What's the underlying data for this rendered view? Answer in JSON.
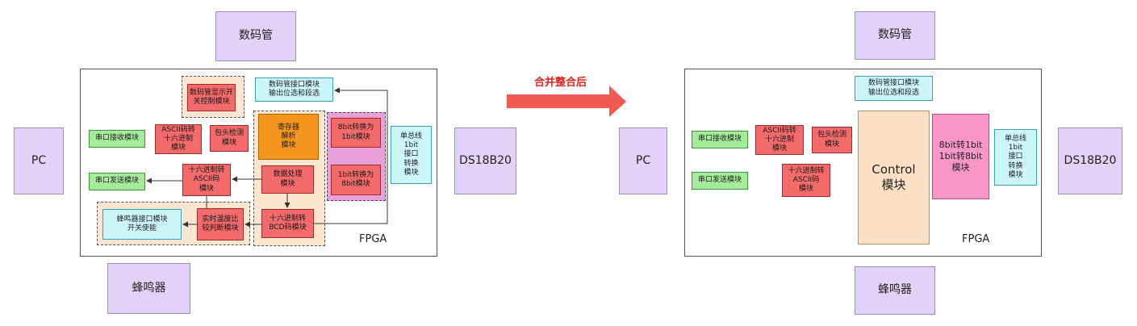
{
  "arrow_label": "合并整合后",
  "colors": {
    "external": "#e3d2f7",
    "green": "#a6eb9c",
    "red": "#f26a6a",
    "orange": "#f4951f",
    "cyan": "#cdf6fb",
    "pink": "#f996c8",
    "peach": "#fde0c4",
    "arrow": "#f05a50"
  },
  "left": {
    "external": {
      "display": "数码管",
      "pc": "PC",
      "sensor": "DS18B20",
      "buzzer": "蜂鸣器"
    },
    "fpga_label": "FPGA",
    "blocks": {
      "display_switch": "数码管显示开\n关控制模块",
      "display_iface": "数码管接口模块\n输出位选和段选",
      "uart_rx": "串口接收模块",
      "ascii_hex": "ASCII码转\n十六进制\n模块",
      "header_detect": "包头检测\n模块",
      "reg_parse": "寄存器\n解析\n模块",
      "bit8to1": "8bit转换为\n1bit模块",
      "onewire": "单总线\n1bit\n接口\n转换\n模块",
      "uart_tx": "串口发送模块",
      "hex_ascii": "十六进制转\nASCII码\n模块",
      "data_proc": "数据处理\n模块",
      "bit1to8": "1bit转换为\n8bit模块",
      "buzzer_iface": "蜂鸣器接口模块\n开关使能",
      "temp_compare": "实时温度比\n较判断模块",
      "hex_bcd": "十六进制转\nBCD码模块"
    }
  },
  "right": {
    "external": {
      "display": "数码管",
      "pc": "PC",
      "sensor": "DS18B20",
      "buzzer": "蜂鸣器"
    },
    "fpga_label": "FPGA",
    "blocks": {
      "display_iface": "数码管接口模块\n输出位选和段选",
      "uart_rx": "串口接收模块",
      "ascii_hex": "ASCII码转\n十六进制\n模块",
      "header_detect": "包头检测\n模块",
      "control": "Control\n模块",
      "bit_convert": "8bit转1bit\n1bit转8bit\n模块",
      "onewire": "单总线\n1bit\n接口\n转换\n模块",
      "uart_tx": "串口发送模块",
      "hex_ascii": "十六进制转\nASCII码\n模块"
    }
  }
}
